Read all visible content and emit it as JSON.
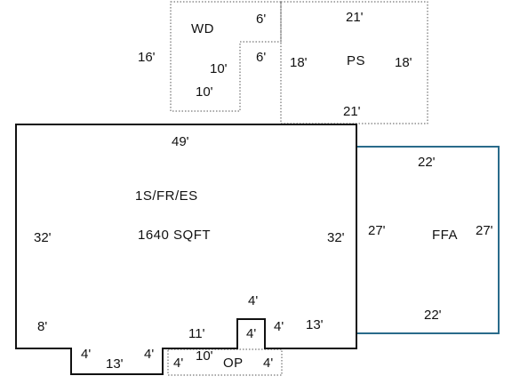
{
  "colors": {
    "main_outline": "#111111",
    "ffa_outline": "#2a6b8a",
    "dotted_outline": "#555555",
    "text": "#111111",
    "background": "#ffffff"
  },
  "areas": {
    "main": {
      "name": "1S/FR/ES",
      "sqft": "1640 SQFT"
    },
    "ffa": {
      "name": "FFA"
    },
    "ps": {
      "name": "PS"
    },
    "wd": {
      "name": "WD"
    },
    "op": {
      "name": "OP"
    }
  },
  "dimensions": {
    "wd_top": "6'",
    "wd_inner": "6'",
    "wd_left": "16'",
    "wd_step": "10'",
    "wd_bottom": "10'",
    "ps_top": "21'",
    "ps_left": "18'",
    "ps_right": "18'",
    "ps_bottom": "21'",
    "main_top": "49'",
    "main_left": "32'",
    "main_right": "32'",
    "main_left_low": "8'",
    "notch_left": "4'",
    "notch_bottom": "13'",
    "notch_right": "4'",
    "main_bottom_mid": "11'",
    "step_top": "4'",
    "step_inner": "4'",
    "step_right": "4'",
    "main_bottom_right": "13'",
    "op_left": "4'",
    "op_mid": "10'",
    "op_right": "4'",
    "ffa_top": "22'",
    "ffa_left": "27'",
    "ffa_right": "27'",
    "ffa_bottom": "22'"
  }
}
